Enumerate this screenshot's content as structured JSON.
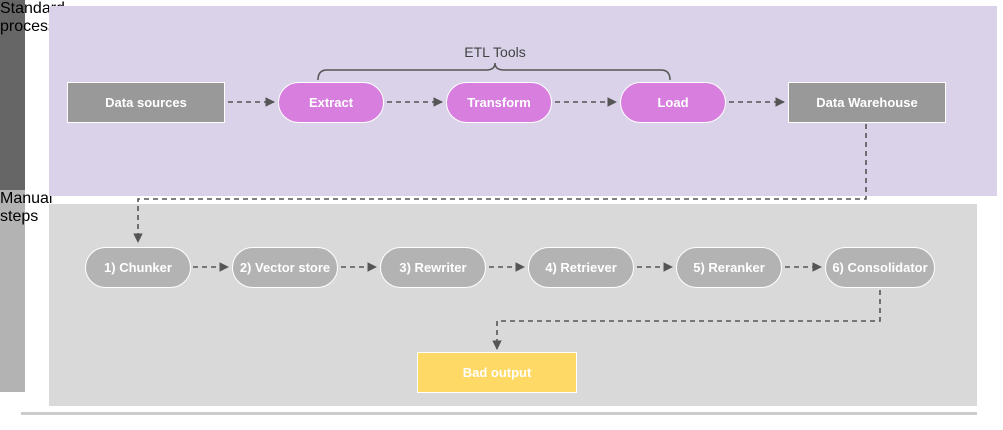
{
  "diagram": {
    "title_text": "ETL Tools",
    "lanes": [
      {
        "id": "standard-process",
        "label": "Standard process",
        "band_color": "#d9d2e9",
        "label_color": "#666666"
      },
      {
        "id": "manual-steps",
        "label": "Manual steps",
        "band_color": "#d9d9d9",
        "label_color": "#b3b3b3"
      }
    ],
    "top_row": {
      "source_node": {
        "label": "Data sources",
        "shape": "rectangle",
        "color": "#999999"
      },
      "etl_nodes": [
        {
          "label": "Extract",
          "shape": "pill",
          "color": "#d77ede"
        },
        {
          "label": "Transform",
          "shape": "pill",
          "color": "#d77ede"
        },
        {
          "label": "Load",
          "shape": "pill",
          "color": "#d77ede"
        }
      ],
      "sink_node": {
        "label": "Data Warehouse",
        "shape": "rectangle",
        "color": "#999999"
      },
      "bracket_label": "ETL Tools"
    },
    "bottom_row": {
      "steps": [
        {
          "label": "1) Chunker",
          "shape": "pill",
          "color": "#b3b3b3"
        },
        {
          "label": "2) Vector store",
          "shape": "pill",
          "color": "#b3b3b3"
        },
        {
          "label": "3) Rewriter",
          "shape": "pill",
          "color": "#b3b3b3"
        },
        {
          "label": "4) Retriever",
          "shape": "pill",
          "color": "#b3b3b3"
        },
        {
          "label": "5) Reranker",
          "shape": "pill",
          "color": "#b3b3b3"
        },
        {
          "label": "6) Consolidator",
          "shape": "pill",
          "color": "#b3b3b3"
        }
      ],
      "output_node": {
        "label": "Bad output",
        "shape": "rectangle",
        "color": "#ffd966"
      }
    },
    "connector_style": {
      "stroke": "#555555",
      "dash": "5,4",
      "arrowhead": "filled-triangle"
    }
  }
}
